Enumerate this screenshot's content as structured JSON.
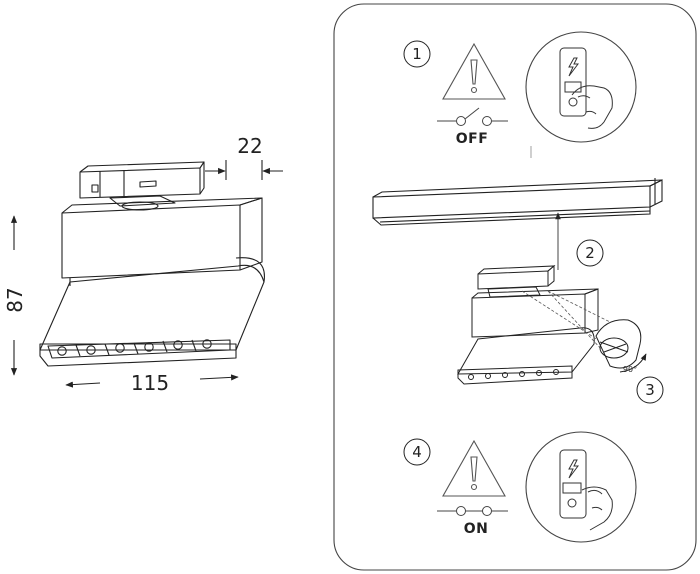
{
  "dimensions": {
    "width_label": "22",
    "height_label": "87",
    "length_label": "115"
  },
  "steps": {
    "step1": {
      "number": "1",
      "switch_label": "OFF"
    },
    "step2": {
      "number": "2"
    },
    "step3": {
      "number": "3",
      "angle_label": "90°"
    },
    "step4": {
      "number": "4",
      "switch_label": "ON"
    }
  },
  "colors": {
    "line": "#222222",
    "panel_border": "#444444",
    "warning_triangle": "#555555"
  },
  "icons": [
    "warning-triangle-icon",
    "lightning-icon",
    "switch-icon",
    "hand-icon",
    "arrow-up-icon",
    "rotate-icon"
  ]
}
